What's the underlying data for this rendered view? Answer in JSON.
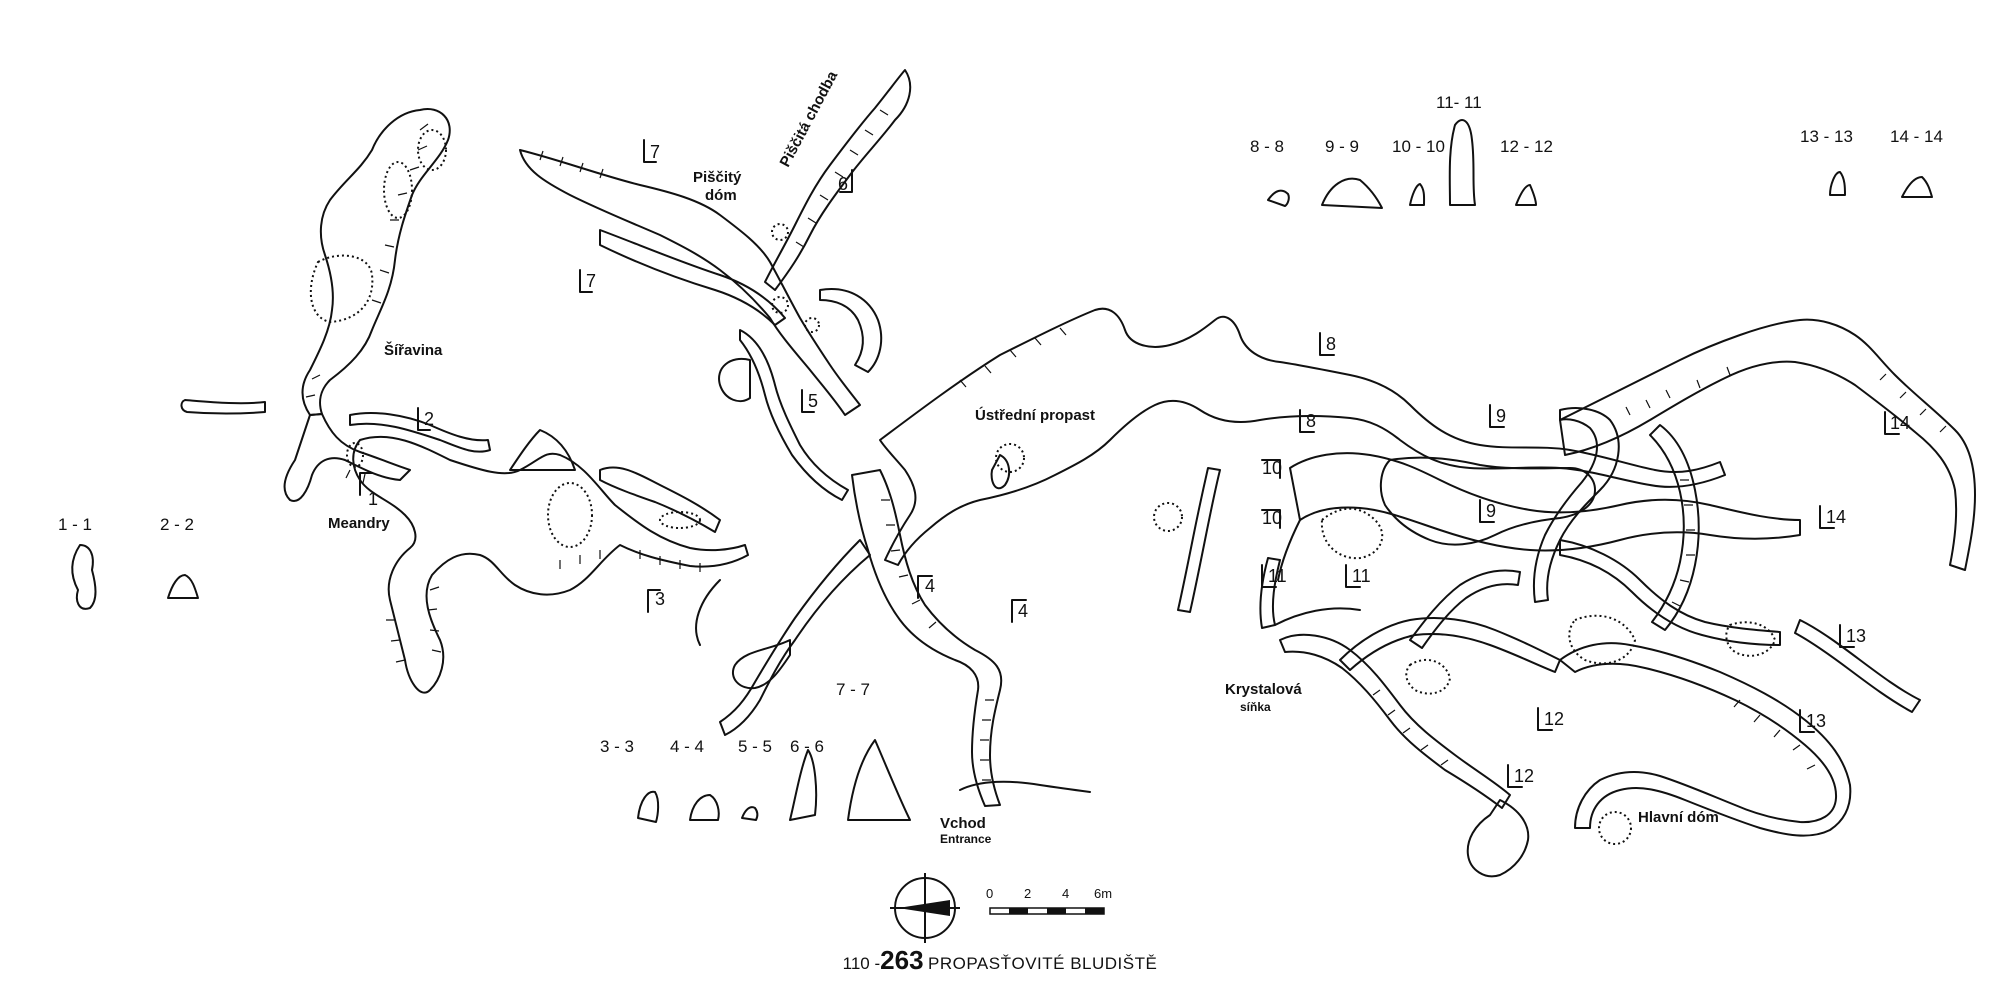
{
  "map": {
    "place_names": {
      "sirava": "Šířavina",
      "pisc_dom_1": "Piščitý",
      "pisc_dom_2": "dóm",
      "pisc_chodba": "Piščitá chodba",
      "ustredni": "Ústřední propast",
      "meandry": "Meandry",
      "krystalova_1": "Krystalová",
      "krystalova_2": "síňka",
      "hlavni_dom": "Hlavní dóm",
      "vchod": "Vchod",
      "entrance": "Entrance"
    },
    "section_labels": [
      "1 - 1",
      "2 - 2",
      "3 - 3",
      "4 - 4",
      "5 - 5",
      "6 - 6",
      "7 - 7",
      "8 - 8",
      "9 - 9",
      "10 - 10",
      "11- 11",
      "12 - 12",
      "13 - 13",
      "14 - 14"
    ],
    "section_marks": [
      "1",
      "2",
      "3",
      "4",
      "4",
      "5",
      "6",
      "7",
      "7",
      "8",
      "8",
      "9",
      "9",
      "10",
      "10",
      "11",
      "11",
      "12",
      "12",
      "13",
      "13",
      "14",
      "14"
    ],
    "scale": {
      "ticks": [
        "0",
        "2",
        "4",
        "6m"
      ]
    },
    "title": {
      "prefix": "110 -",
      "number": "263",
      "name": "PROPASŤOVITÉ BLUDIŠTĚ"
    }
  }
}
